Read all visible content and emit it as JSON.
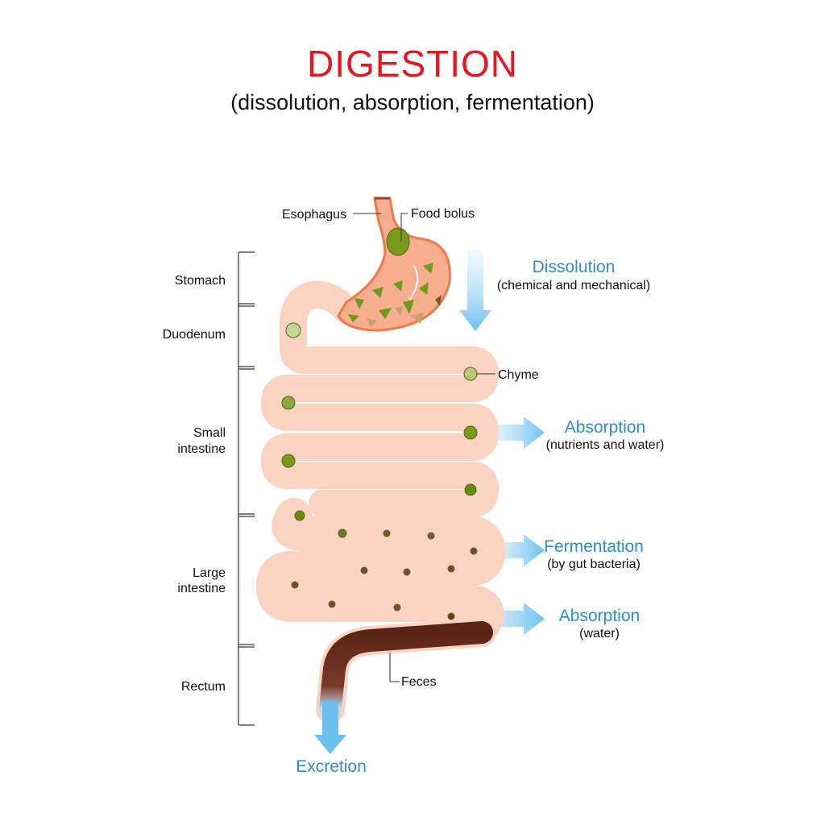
{
  "title": "DIGESTION",
  "subtitle": "(dissolution, absorption, fermentation)",
  "sections": [
    "Stomach",
    "Duodenum",
    "Small",
    "intestine",
    "Large",
    "intestine",
    "Rectum"
  ],
  "labels": {
    "esophagus": "Esophagus",
    "food_bolus": "Food bolus",
    "chyme": "Chyme",
    "feces": "Feces"
  },
  "processes": {
    "dissolution": {
      "title": "Dissolution",
      "note": "(chemical and mechanical)"
    },
    "absorption1": {
      "title": "Absorption",
      "note": "(nutrients and water)"
    },
    "fermentation": {
      "title": "Fermentation",
      "note": "(by gut bacteria)"
    },
    "absorption2": {
      "title": "Absorption",
      "note": "(water)"
    },
    "excretion": {
      "title": "Excretion"
    }
  },
  "colors": {
    "title": "#e8171f",
    "process": "#2f8ccc",
    "tissue": "#f7ae8f",
    "wall": "#ee7a4a",
    "feces": "#6b2e1e",
    "food": "#6f9a1c"
  }
}
